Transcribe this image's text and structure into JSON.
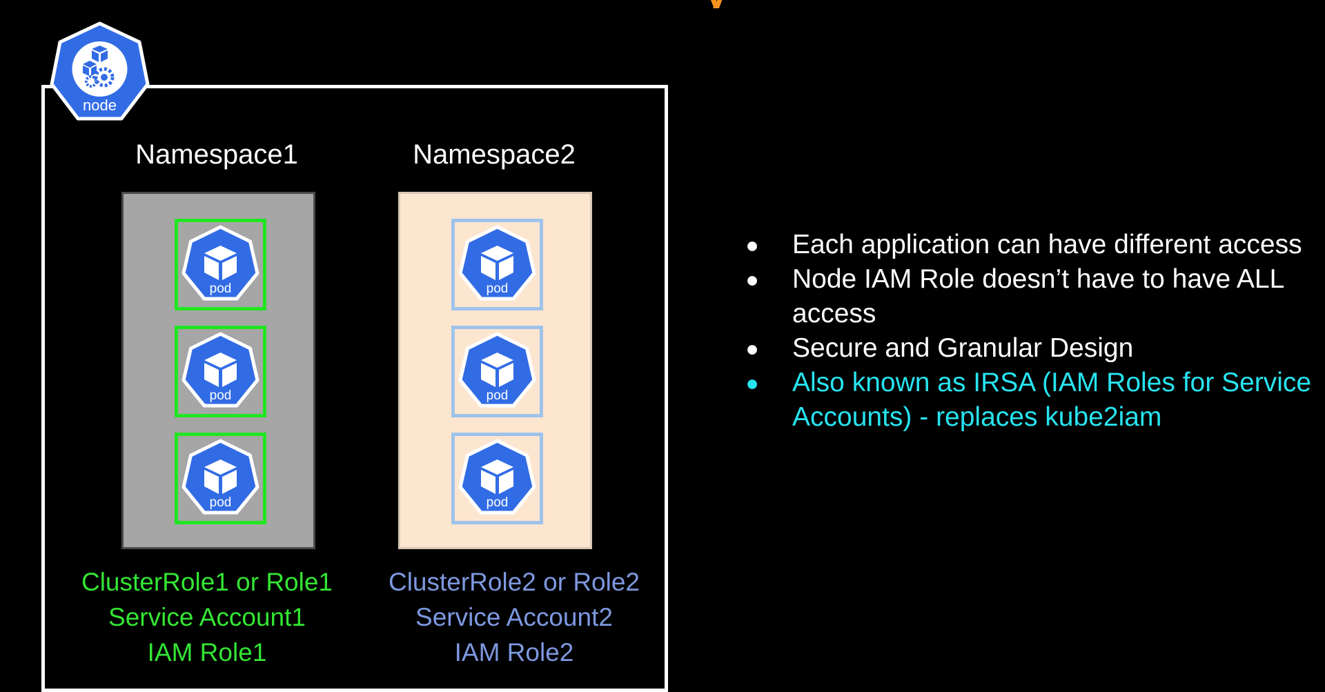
{
  "node_badge": {
    "label": "node"
  },
  "namespaces": [
    {
      "label": "Namespace1",
      "pods": [
        "pod",
        "pod",
        "pod"
      ]
    },
    {
      "label": "Namespace2",
      "pods": [
        "pod",
        "pod",
        "pod"
      ]
    }
  ],
  "roles": [
    {
      "cluster_role": "ClusterRole1 or Role1",
      "service_account": "Service Account1",
      "iam_role": "IAM Role1"
    },
    {
      "cluster_role": "ClusterRole2 or Role2",
      "service_account": "Service Account2",
      "iam_role": "IAM Role2"
    }
  ],
  "bullets": [
    {
      "text": "Each application can have different access"
    },
    {
      "text": "Node IAM Role doesn’t have to have ALL access"
    },
    {
      "text": "Secure and Granular Design"
    },
    {
      "text": "Also known as IRSA (IAM Roles for Service Accounts) - replaces kube2iam"
    }
  ],
  "colors": {
    "background": "#000000",
    "kube_blue": "#326ce5",
    "namespace1_fill": "#a6a6a6",
    "namespace2_fill": "#fde6d0",
    "pod_frame_green": "#22e522",
    "pod_frame_blue": "#9ec3ea",
    "role1_text": "#33e633",
    "role2_text": "#7e99e0",
    "highlight_bullet": "#27e4ef",
    "title_accent": "#f7931e"
  }
}
